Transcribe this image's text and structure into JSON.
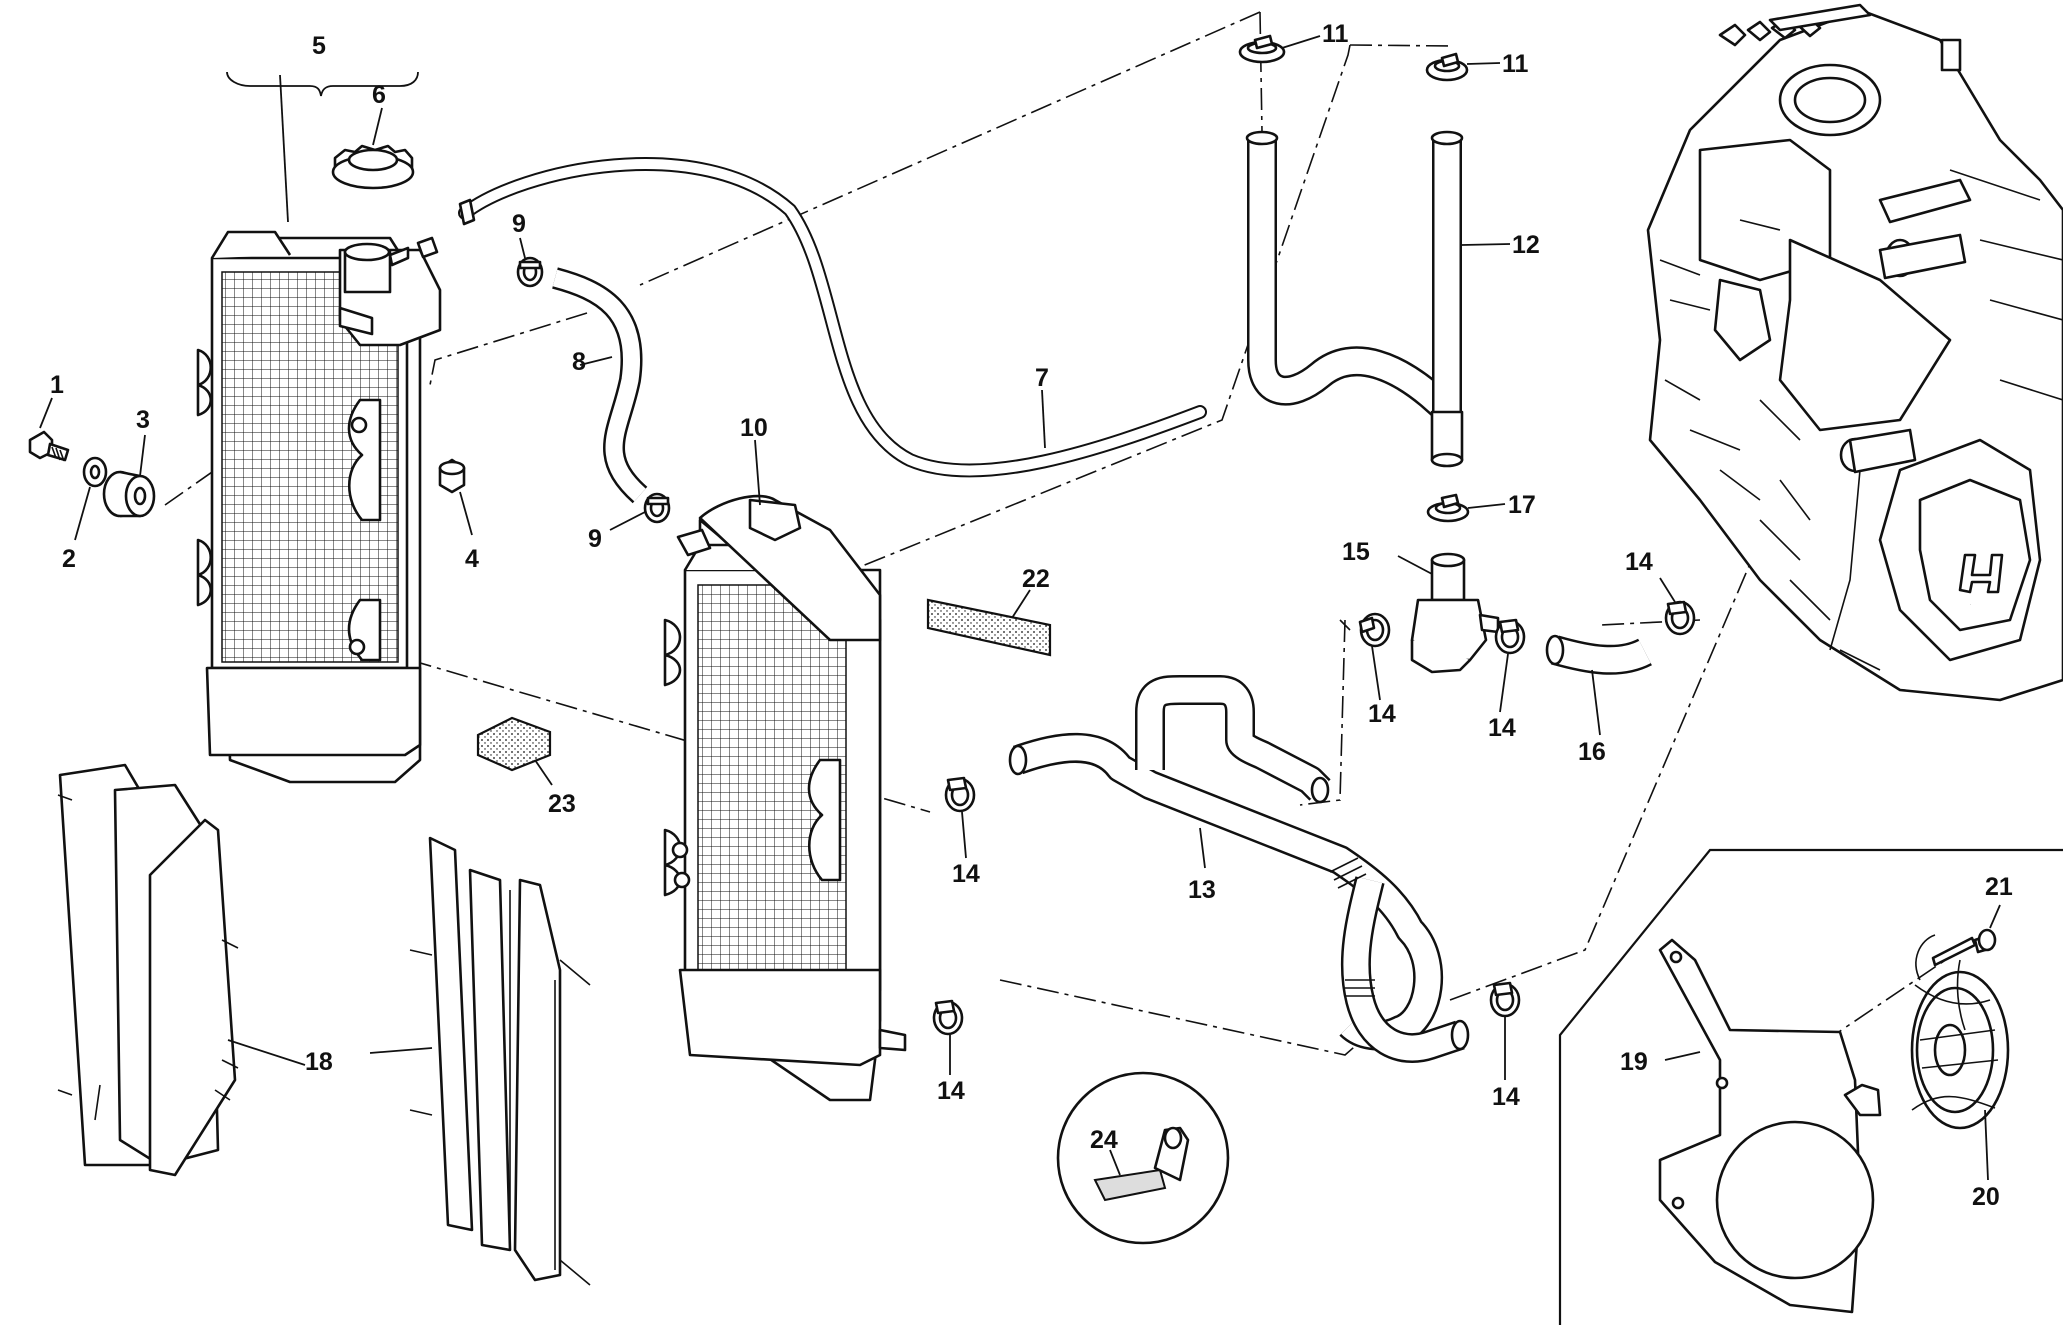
{
  "labels": {
    "l1": "1",
    "l2": "2",
    "l3": "3",
    "l4": "4",
    "l5": "5",
    "l6": "6",
    "l7": "7",
    "l8": "8",
    "l9a": "9",
    "l9b": "9",
    "l10": "10",
    "l11a": "11",
    "l11b": "11",
    "l12": "12",
    "l13": "13",
    "l14a": "14",
    "l14b": "14",
    "l14c": "14",
    "l14d": "14",
    "l14e": "14",
    "l14f": "14",
    "l15": "15",
    "l16": "16",
    "l17": "17",
    "l18": "18",
    "l19": "19",
    "l20": "20",
    "l21": "21",
    "l22": "22",
    "l23": "23",
    "l24": "24"
  },
  "engine_logo": "H",
  "colors": {
    "line": "#111111",
    "background": "#ffffff",
    "tab": "#dddddd"
  }
}
